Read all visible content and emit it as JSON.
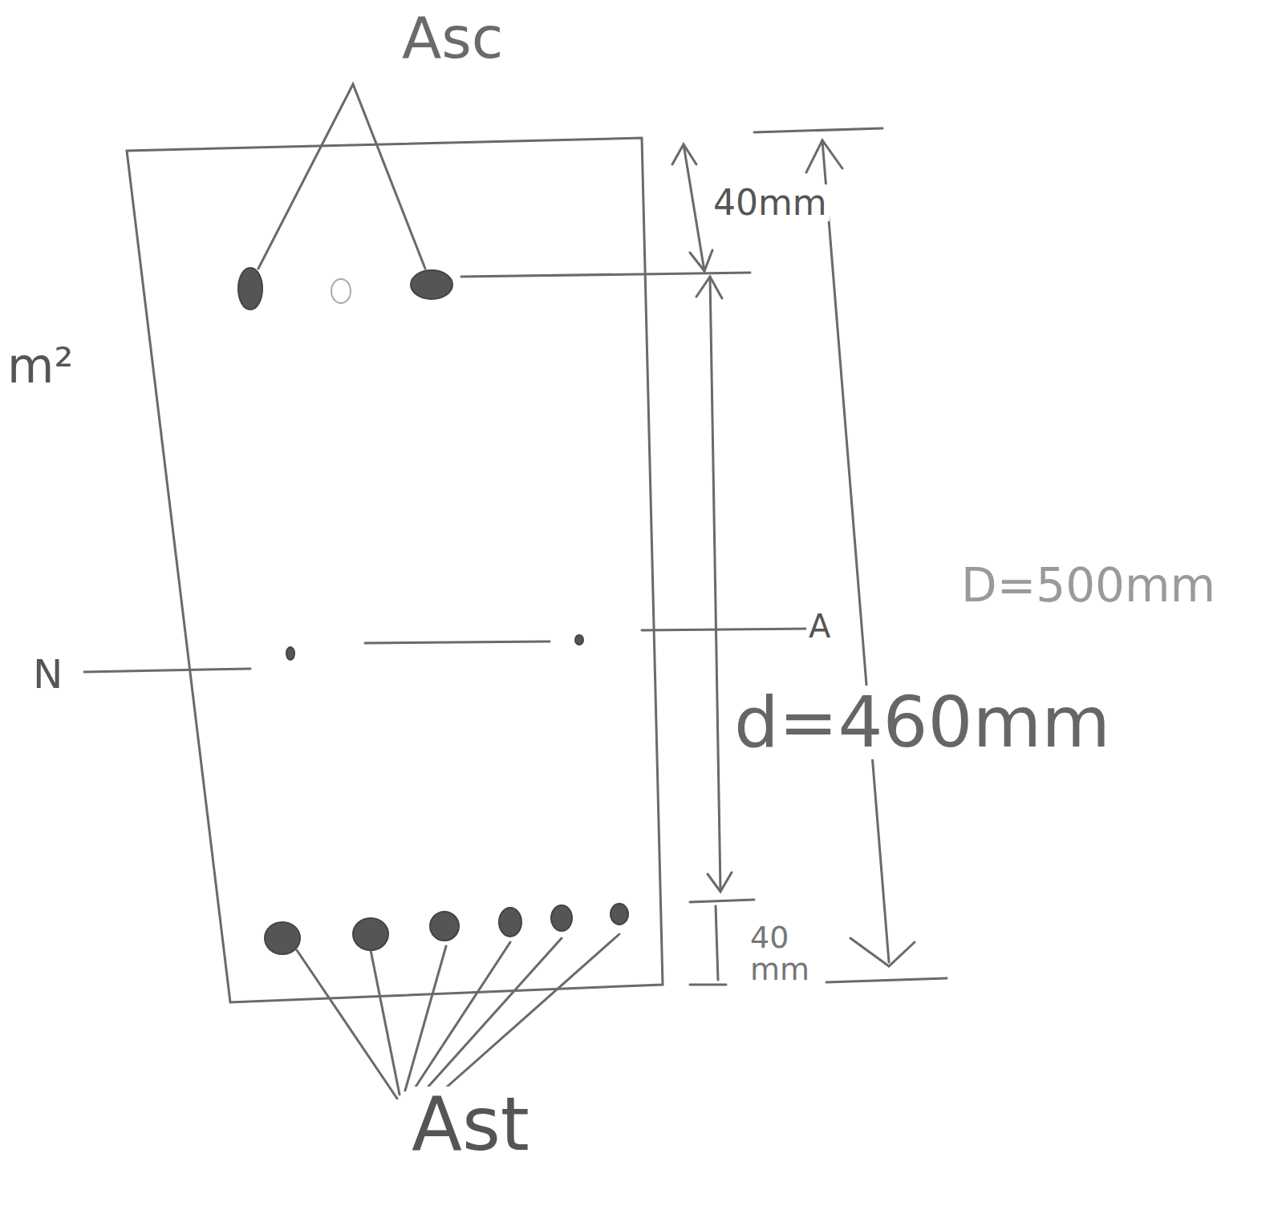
{
  "diagram": {
    "labels": [
      "Asc",
      "40mm",
      "D=500mm",
      "d=460mm",
      "40 mm",
      "N",
      "A",
      "Ast",
      "m²"
    ]
  }
}
